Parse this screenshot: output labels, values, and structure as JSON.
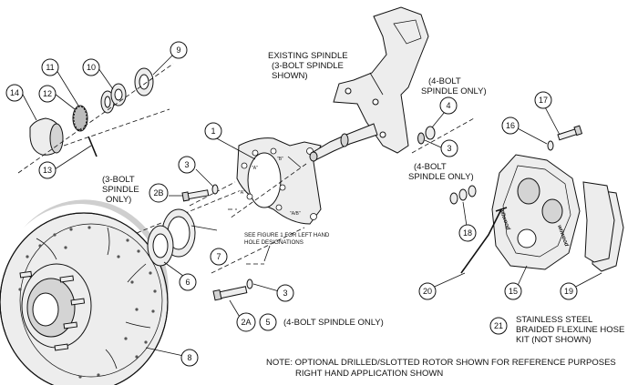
{
  "callouts": {
    "c1": "1",
    "c2a": "2A",
    "c2b": "2B",
    "c3a": "3",
    "c3b": "3",
    "c3c": "3",
    "c4": "4",
    "c5": "5",
    "c6": "6",
    "c7": "7",
    "c8": "8",
    "c9": "9",
    "c10": "10",
    "c11": "11",
    "c12": "12",
    "c13": "13",
    "c14": "14",
    "c15": "15",
    "c16": "16",
    "c17": "17",
    "c18": "18",
    "c19": "19",
    "c20": "20",
    "c21": "21"
  },
  "labels": {
    "existing_spindle": [
      "EXISTING SPINDLE",
      "(3-BOLT SPINDLE",
      "SHOWN)"
    ],
    "four_bolt_top": [
      "(4-BOLT",
      "SPINDLE ONLY)"
    ],
    "four_bolt_mid": [
      "(4-BOLT",
      "SPINDLE ONLY)"
    ],
    "three_bolt": [
      "(3-BOLT",
      "SPINDLE",
      "ONLY)"
    ],
    "see_figure": [
      "SEE FIGURE 1 FOR LEFT HAND",
      "HOLE DESIGNATIONS"
    ],
    "four_bolt_bottom": "(4-BOLT SPINDLE ONLY)",
    "hose_kit": [
      "STAINLESS STEEL",
      "BRAIDED FLEXLINE HOSE",
      "KIT (NOT SHOWN)"
    ],
    "note": [
      "NOTE: OPTIONAL DRILLED/SLOTTED ROTOR SHOWN FOR REFERENCE PURPOSES",
      "RIGHT HAND APPLICATION SHOWN"
    ],
    "hole_a": "\"A\"",
    "hole_b": "\"B\"",
    "hole_ab": "\"A/B\"",
    "brand_caliper": "wilwood",
    "brand_side": "wilwood"
  }
}
